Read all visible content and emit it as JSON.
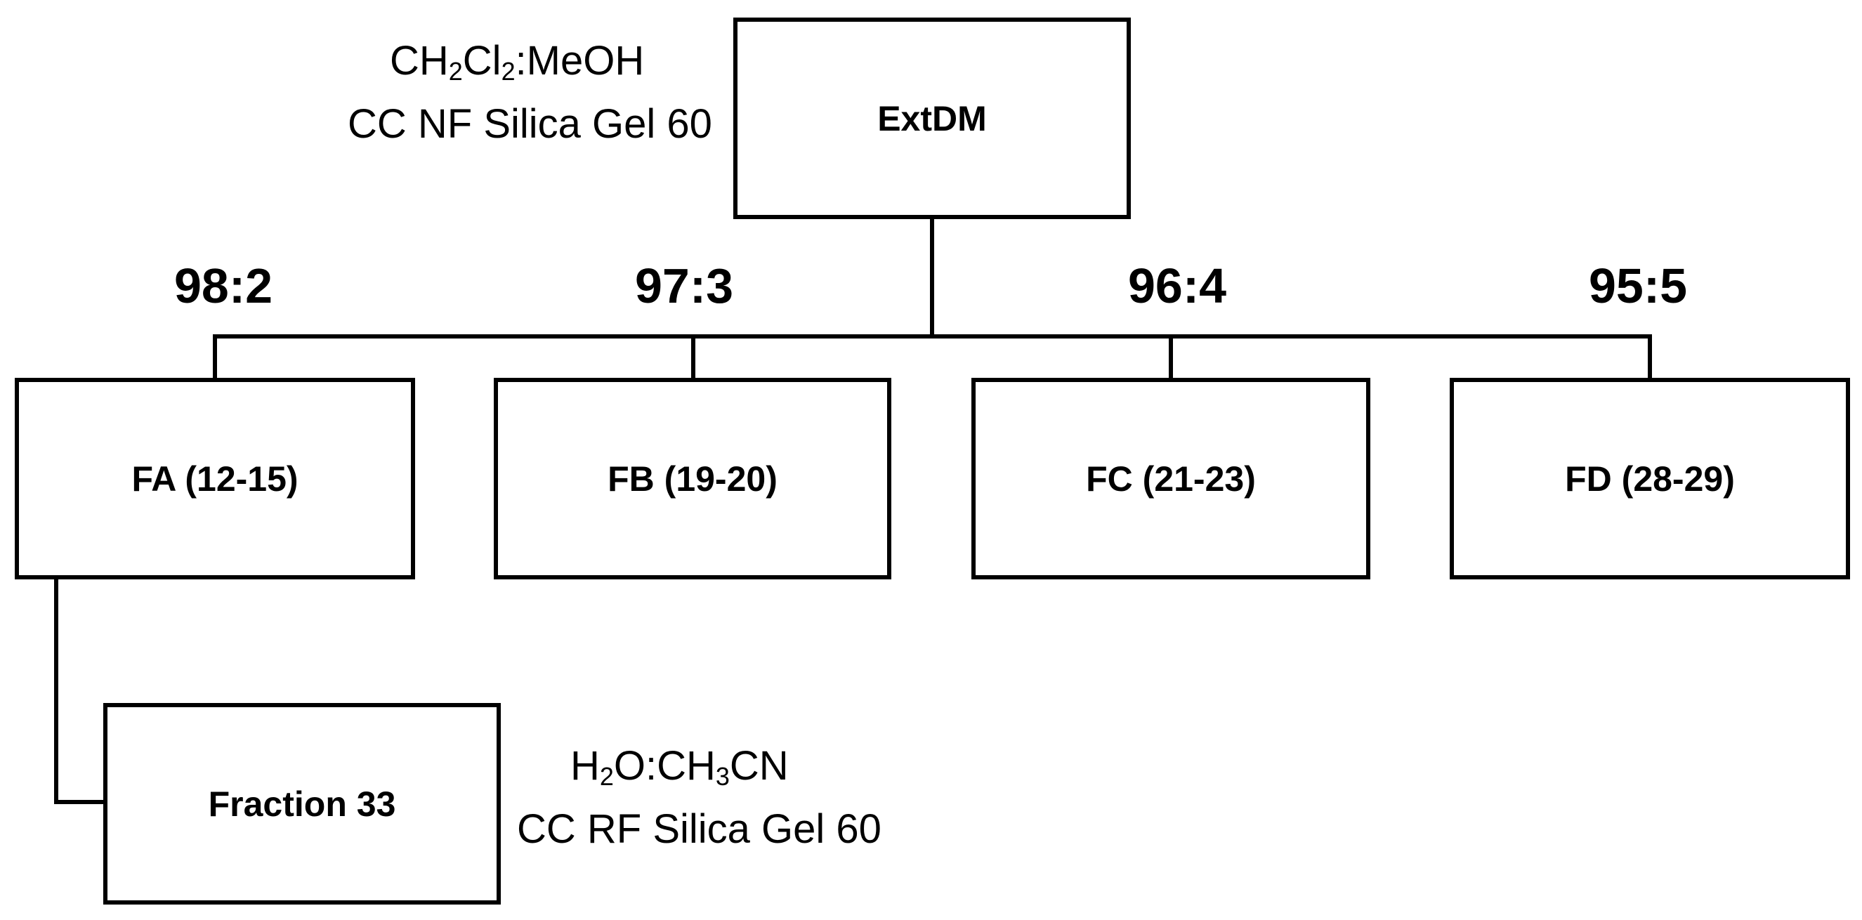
{
  "root": {
    "label": "ExtDM"
  },
  "root_conditions": {
    "solvent": {
      "parts": [
        {
          "text": "CH",
          "sub": false
        },
        {
          "text": "2",
          "sub": true
        },
        {
          "text": "Cl",
          "sub": false
        },
        {
          "text": "2",
          "sub": true
        },
        {
          "text": ":MeOH",
          "sub": false
        }
      ]
    },
    "method": "CC NF Silica Gel 60"
  },
  "branches": [
    {
      "ratio": "98:2",
      "label": "FA (12-15)"
    },
    {
      "ratio": "97:3",
      "label": "FB (19-20)"
    },
    {
      "ratio": "96:4",
      "label": "FC (21-23)"
    },
    {
      "ratio": "95:5",
      "label": "FD (28-29)"
    }
  ],
  "subnode": {
    "label": "Fraction 33"
  },
  "subnode_conditions": {
    "solvent": {
      "parts": [
        {
          "text": "H",
          "sub": false
        },
        {
          "text": "2",
          "sub": true
        },
        {
          "text": "O:CH",
          "sub": false
        },
        {
          "text": "3",
          "sub": true
        },
        {
          "text": "CN",
          "sub": false
        }
      ]
    },
    "method": "CC RF Silica Gel 60"
  }
}
